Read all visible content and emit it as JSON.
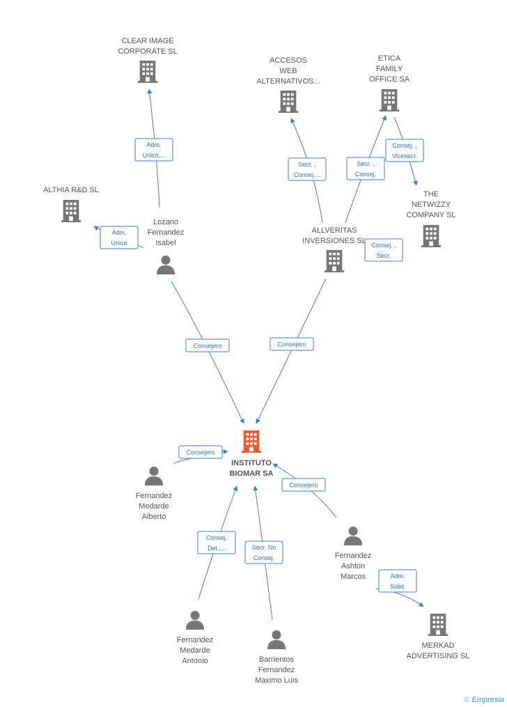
{
  "colors": {
    "accent": "#3a7fd5",
    "company": "#777777",
    "person": "#777777",
    "main_company": "#f05a28",
    "text": "#555555"
  },
  "nodes": [
    {
      "id": "instituto",
      "type": "company",
      "main": true,
      "lines": [
        "INSTITUTO",
        "BIOMAR SA"
      ]
    },
    {
      "id": "clear",
      "type": "company",
      "lines": [
        "CLEAR IMAGE",
        "CORPORATE SL"
      ]
    },
    {
      "id": "accesos",
      "type": "company",
      "lines": [
        "ACCESOS",
        "WEB",
        "ALTERNATIVOS..."
      ]
    },
    {
      "id": "etica",
      "type": "company",
      "lines": [
        "ETICA",
        "FAMILY",
        "OFFICE SA"
      ]
    },
    {
      "id": "althia",
      "type": "company",
      "lines": [
        "ALTHIA R&D  SL"
      ]
    },
    {
      "id": "netwizzy",
      "type": "company",
      "lines": [
        "THE",
        "NETWIZZY",
        "COMPANY SL"
      ]
    },
    {
      "id": "allveritas",
      "type": "company",
      "lines": [
        "ALLVERITAS",
        "INVERSIONES SL"
      ]
    },
    {
      "id": "merkad",
      "type": "company",
      "lines": [
        "MERKAD",
        "ADVERTISING SL"
      ]
    },
    {
      "id": "lozano",
      "type": "person",
      "lines": [
        "Lozano",
        "Fernandez",
        "Isabel"
      ]
    },
    {
      "id": "alberto",
      "type": "person",
      "lines": [
        "Fernandez",
        "Medarde",
        "Alberto"
      ]
    },
    {
      "id": "ashton",
      "type": "person",
      "lines": [
        "Fernandez",
        "Ashton",
        "Marcos"
      ]
    },
    {
      "id": "antonio",
      "type": "person",
      "lines": [
        "Fernandez",
        "Medarde",
        "Antonio"
      ]
    },
    {
      "id": "barrientos",
      "type": "person",
      "lines": [
        "Barrientos",
        "Fernandez",
        "Maximo Luis"
      ]
    }
  ],
  "edges": [
    {
      "from": "lozano",
      "to": "clear",
      "label": [
        "Adm.",
        "Unico,..."
      ]
    },
    {
      "from": "lozano",
      "to": "althia",
      "label": [
        "Adm.",
        "Unico"
      ]
    },
    {
      "from": "lozano",
      "to": "instituto",
      "label": [
        "Consejero"
      ]
    },
    {
      "from": "allveritas",
      "to": "accesos",
      "label": [
        "Secr. ,",
        "Consej...."
      ]
    },
    {
      "from": "allveritas",
      "to": "etica",
      "label": [
        "Secr. ,",
        "Consej."
      ]
    },
    {
      "from": "etica",
      "to": "netwizzy",
      "label": [
        "Consej. ,",
        "Vicesecr."
      ]
    },
    {
      "from": "allveritas",
      "to": "netwizzy",
      "label": [
        "Consej. ,",
        "Secr."
      ]
    },
    {
      "from": "allveritas",
      "to": "instituto",
      "label": [
        "Consejero"
      ]
    },
    {
      "from": "alberto",
      "to": "instituto",
      "label": [
        "Consejero"
      ]
    },
    {
      "from": "ashton",
      "to": "instituto",
      "label": [
        "Consejero"
      ]
    },
    {
      "from": "antonio",
      "to": "instituto",
      "label": [
        "Consej.",
        "Del.,..."
      ]
    },
    {
      "from": "barrientos",
      "to": "instituto",
      "label": [
        "Secr.  No",
        "Consej."
      ]
    },
    {
      "from": "ashton",
      "to": "merkad",
      "label": [
        "Adm.",
        "Solid."
      ]
    }
  ],
  "footer": {
    "copyright": "©",
    "brand": "Empresia"
  }
}
